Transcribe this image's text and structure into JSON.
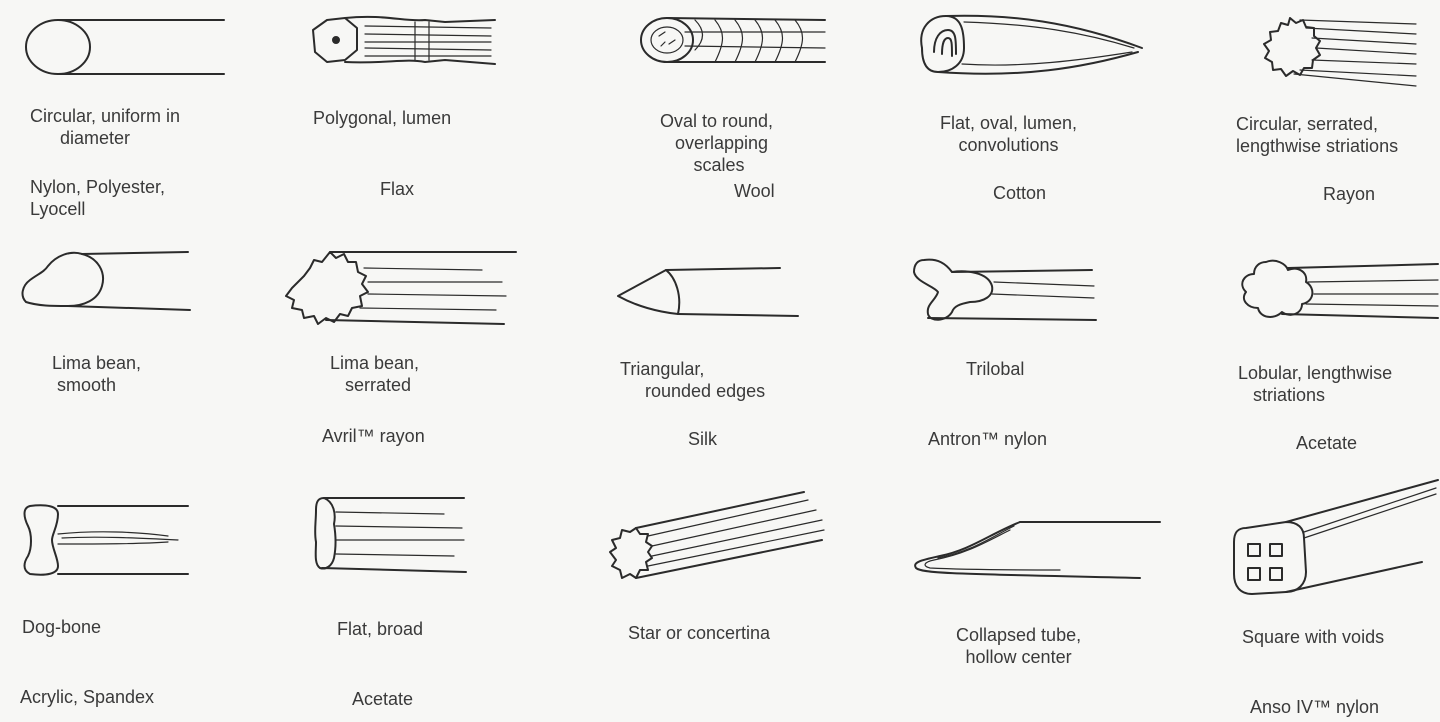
{
  "diagram": {
    "rows": [
      [
        {
          "id": "p1",
          "description": "Circular, uniform in\n      diameter",
          "fibers": "Nylon, Polyester,\nLyocell"
        },
        {
          "id": "p2",
          "description": "Polygonal, lumen",
          "fibers": "Flax"
        },
        {
          "id": "p3",
          "description": "Oval to round,\n  overlapping\n scales",
          "fibers": "Wool"
        },
        {
          "id": "p4",
          "description": "Flat, oval, lumen,\nconvolutions",
          "fibers": "Cotton"
        },
        {
          "id": "p5",
          "description": "Circular, serrated,\nlengthwise striations",
          "fibers": "Rayon"
        }
      ],
      [
        {
          "id": "p6",
          "description": "Lima bean,\n smooth",
          "fibers": ""
        },
        {
          "id": "p7",
          "description": "Lima bean,\n   serrated",
          "fibers": "Avril™ rayon"
        },
        {
          "id": "p8",
          "description": "Triangular,\n     rounded edges",
          "fibers": "Silk"
        },
        {
          "id": "p9",
          "description": "Trilobal",
          "fibers": "Antron™ nylon"
        },
        {
          "id": "p10",
          "description": "Lobular, lengthwise\n   striations",
          "fibers": "Acetate"
        }
      ],
      [
        {
          "id": "p11",
          "description": "Dog-bone",
          "fibers": "Acrylic, Spandex"
        },
        {
          "id": "p12",
          "description": "Flat, broad",
          "fibers": "Acetate"
        },
        {
          "id": "p13",
          "description": "Star or concertina",
          "fibers": ""
        },
        {
          "id": "p14",
          "description": "Collapsed tube,\nhollow center",
          "fibers": ""
        },
        {
          "id": "p15",
          "description": "Square with voids",
          "fibers": "Anso IV™ nylon"
        }
      ]
    ]
  }
}
